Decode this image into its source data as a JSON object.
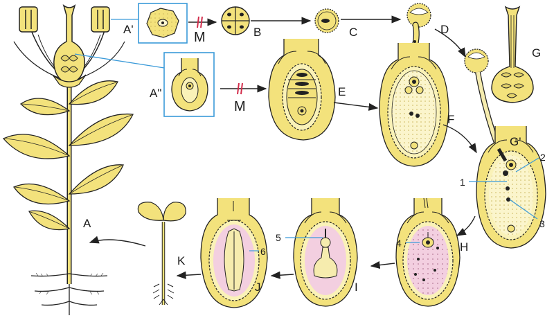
{
  "diagram": {
    "stage_labels": {
      "plant": "A",
      "anther_cell": "A'",
      "ovule_detail": "A\"",
      "tetrad": "B",
      "pollen_grain": "C",
      "germinating_pollen": "D",
      "megaspore_division": "E",
      "embryo_sac": "F",
      "pistil": "G",
      "pollination": "G'",
      "fertilization": "H",
      "embryo_early": "I",
      "embryo_late": "J",
      "seedling": "K"
    },
    "meiosis_labels": {
      "male": "M",
      "female": "M"
    },
    "part_numbers": {
      "n1": "1",
      "n2": "2",
      "n3": "3",
      "n4": "4",
      "n5": "5",
      "n6": "6"
    },
    "colors": {
      "tissue_yellow": "#f3e27c",
      "tissue_light": "#faf2b8",
      "pink_endosperm": "#f3cfe0",
      "callout_blue": "#3a9ad9",
      "meiosis_red": "#d22b4a",
      "outline": "#222222"
    }
  }
}
